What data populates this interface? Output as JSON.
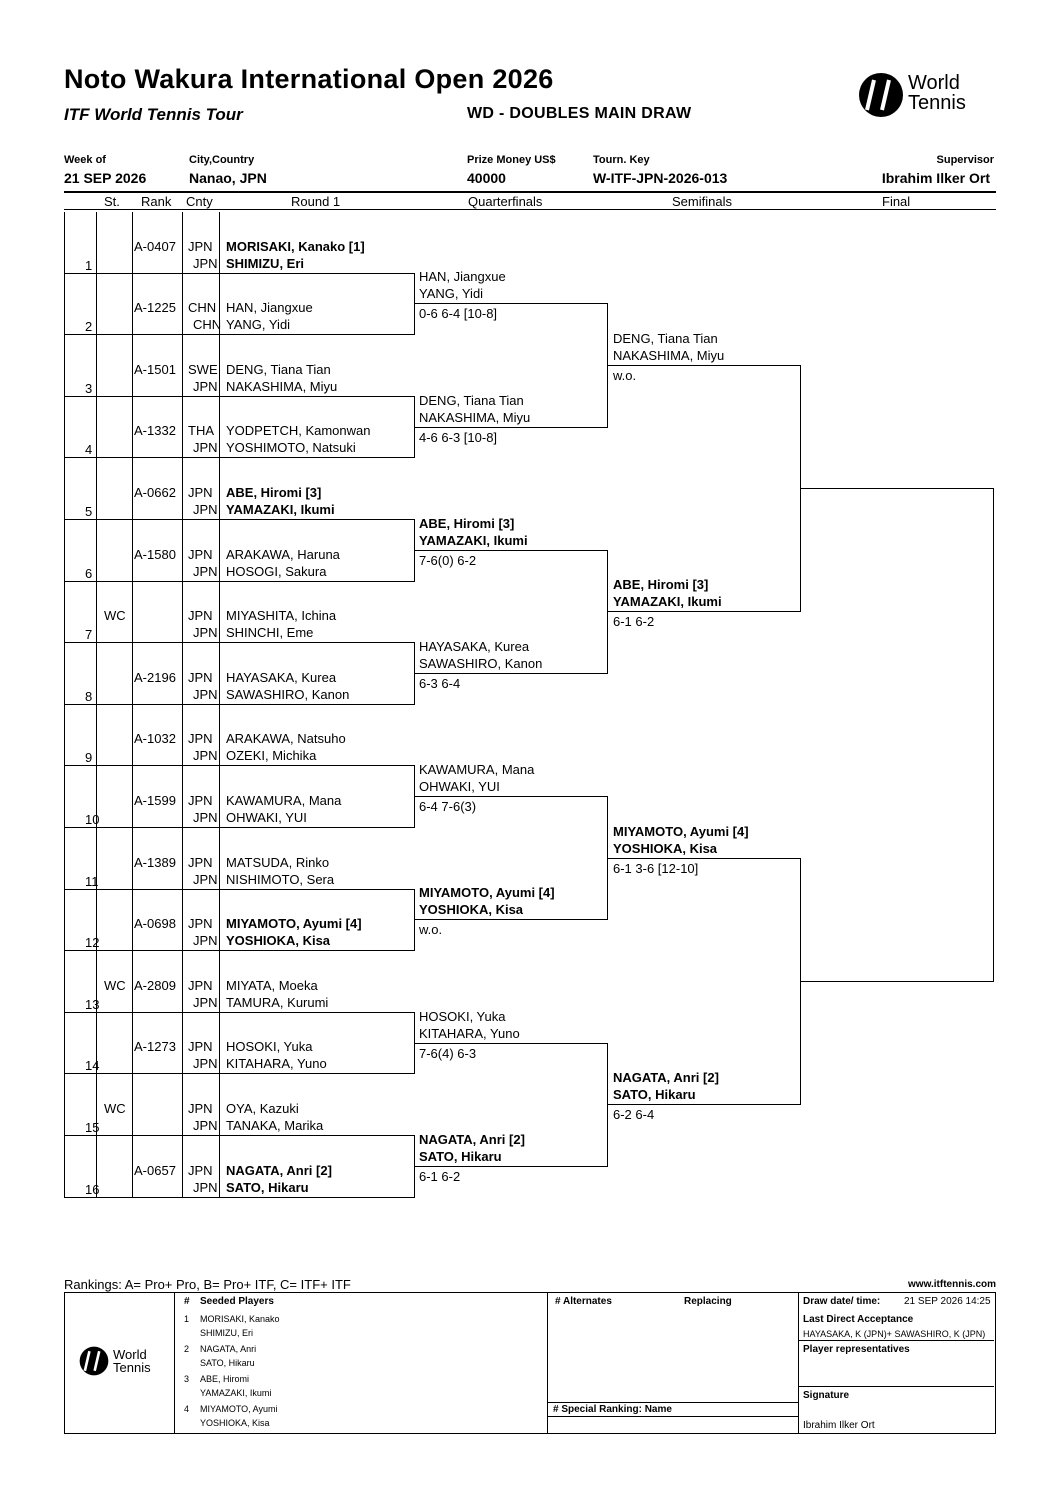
{
  "header": {
    "title": "Noto Wakura International Open 2026",
    "subtitle": "ITF World Tennis Tour",
    "draw_type": "WD - DOUBLES MAIN DRAW",
    "logo_text_line1": "World",
    "logo_text_line2": "Tennis",
    "week_label": "Week of",
    "week_value": "21 SEP 2026",
    "city_label": "City,Country",
    "city_value": "Nanao, JPN",
    "prize_label": "Prize Money US$",
    "prize_value": "40000",
    "tourn_label": "Tourn. Key",
    "tourn_value": "W-ITF-JPN-2026-013",
    "supervisor_label": "Supervisor",
    "supervisor_value": "Ibrahim Ilker Ort"
  },
  "columns": {
    "st": "St.",
    "rank": "Rank",
    "cnty": "Cnty",
    "round1": "Round 1",
    "qf": "Quarterfinals",
    "sf": "Semifinals",
    "final": "Final"
  },
  "entries": [
    {
      "num": "1",
      "st": "",
      "rank": "A-0407",
      "c1": "JPN",
      "c2": "JPN",
      "p1": "MORISAKI, Kanako [1]",
      "p2": "SHIMIZU, Eri",
      "bold": true
    },
    {
      "num": "2",
      "st": "",
      "rank": "A-1225",
      "c1": "CHN",
      "c2": "CHN",
      "p1": "HAN, Jiangxue",
      "p2": "YANG, Yidi",
      "bold": false
    },
    {
      "num": "3",
      "st": "",
      "rank": "A-1501",
      "c1": "SWE",
      "c2": "JPN",
      "p1": "DENG, Tiana Tian",
      "p2": "NAKASHIMA, Miyu",
      "bold": false
    },
    {
      "num": "4",
      "st": "",
      "rank": "A-1332",
      "c1": "THA",
      "c2": "JPN",
      "p1": "YODPETCH, Kamonwan",
      "p2": "YOSHIMOTO, Natsuki",
      "bold": false
    },
    {
      "num": "5",
      "st": "",
      "rank": "A-0662",
      "c1": "JPN",
      "c2": "JPN",
      "p1": "ABE, Hiromi [3]",
      "p2": "YAMAZAKI, Ikumi",
      "bold": true
    },
    {
      "num": "6",
      "st": "",
      "rank": "A-1580",
      "c1": "JPN",
      "c2": "JPN",
      "p1": "ARAKAWA, Haruna",
      "p2": "HOSOGI, Sakura",
      "bold": false
    },
    {
      "num": "7",
      "st": "WC",
      "rank": "",
      "c1": "JPN",
      "c2": "JPN",
      "p1": "MIYASHITA, Ichina",
      "p2": "SHINCHI, Eme",
      "bold": false
    },
    {
      "num": "8",
      "st": "",
      "rank": "A-2196",
      "c1": "JPN",
      "c2": "JPN",
      "p1": "HAYASAKA, Kurea",
      "p2": "SAWASHIRO, Kanon",
      "bold": false
    },
    {
      "num": "9",
      "st": "",
      "rank": "A-1032",
      "c1": "JPN",
      "c2": "JPN",
      "p1": "ARAKAWA, Natsuho",
      "p2": "OZEKI, Michika",
      "bold": false
    },
    {
      "num": "10",
      "st": "",
      "rank": "A-1599",
      "c1": "JPN",
      "c2": "JPN",
      "p1": "KAWAMURA, Mana",
      "p2": "OHWAKI, YUI",
      "bold": false
    },
    {
      "num": "11",
      "st": "",
      "rank": "A-1389",
      "c1": "JPN",
      "c2": "JPN",
      "p1": "MATSUDA, Rinko",
      "p2": "NISHIMOTO, Sera",
      "bold": false
    },
    {
      "num": "12",
      "st": "",
      "rank": "A-0698",
      "c1": "JPN",
      "c2": "JPN",
      "p1": "MIYAMOTO, Ayumi [4]",
      "p2": "YOSHIOKA, Kisa",
      "bold": true
    },
    {
      "num": "13",
      "st": "WC",
      "rank": "A-2809",
      "c1": "JPN",
      "c2": "JPN",
      "p1": "MIYATA, Moeka",
      "p2": "TAMURA, Kurumi",
      "bold": false
    },
    {
      "num": "14",
      "st": "",
      "rank": "A-1273",
      "c1": "JPN",
      "c2": "JPN",
      "p1": "HOSOKI, Yuka",
      "p2": "KITAHARA, Yuno",
      "bold": false
    },
    {
      "num": "15",
      "st": "WC",
      "rank": "",
      "c1": "JPN",
      "c2": "JPN",
      "p1": "OYA, Kazuki",
      "p2": "TANAKA, Marika",
      "bold": false
    },
    {
      "num": "16",
      "st": "",
      "rank": "A-0657",
      "c1": "JPN",
      "c2": "JPN",
      "p1": "NAGATA, Anri [2]",
      "p2": "SATO, Hikaru",
      "bold": true
    }
  ],
  "qf": [
    {
      "p1": "HAN, Jiangxue",
      "p2": "YANG, Yidi",
      "score": "0-6 6-4 [10-8]",
      "bold": false
    },
    {
      "p1": "DENG, Tiana Tian",
      "p2": "NAKASHIMA, Miyu",
      "score": "4-6 6-3 [10-8]",
      "bold": false
    },
    {
      "p1": "ABE, Hiromi [3]",
      "p2": "YAMAZAKI, Ikumi",
      "score": "7-6(0) 6-2",
      "bold": true
    },
    {
      "p1": "HAYASAKA, Kurea",
      "p2": "SAWASHIRO, Kanon",
      "score": "6-3 6-4",
      "bold": false
    },
    {
      "p1": "KAWAMURA, Mana",
      "p2": "OHWAKI, YUI",
      "score": "6-4 7-6(3)",
      "bold": false
    },
    {
      "p1": "MIYAMOTO, Ayumi [4]",
      "p2": "YOSHIOKA, Kisa",
      "score": "w.o.",
      "bold": true
    },
    {
      "p1": "HOSOKI, Yuka",
      "p2": "KITAHARA, Yuno",
      "score": "7-6(4) 6-3",
      "bold": false
    },
    {
      "p1": "NAGATA, Anri [2]",
      "p2": "SATO, Hikaru",
      "score": "6-1 6-2",
      "bold": true
    }
  ],
  "sf": [
    {
      "p1": "DENG, Tiana Tian",
      "p2": "NAKASHIMA, Miyu",
      "score": "w.o.",
      "bold": false
    },
    {
      "p1": "ABE, Hiromi [3]",
      "p2": "YAMAZAKI, Ikumi",
      "score": "6-1 6-2",
      "bold": true
    },
    {
      "p1": "MIYAMOTO, Ayumi [4]",
      "p2": "YOSHIOKA, Kisa",
      "score": "6-1 3-6 [12-10]",
      "bold": true
    },
    {
      "p1": "NAGATA, Anri [2]",
      "p2": "SATO, Hikaru",
      "score": "6-2 6-4",
      "bold": true
    }
  ],
  "footer": {
    "rankings_legend": "Rankings: A= Pro+ Pro, B= Pro+ ITF, C= ITF+ ITF",
    "website": "www.itftennis.com",
    "seeded_header_hash": "#",
    "seeded_header": "Seeded Players",
    "seeds": [
      {
        "n": "1",
        "a": "MORISAKI, Kanako",
        "b": "SHIMIZU, Eri"
      },
      {
        "n": "2",
        "a": "NAGATA, Anri",
        "b": "SATO, Hikaru"
      },
      {
        "n": "3",
        "a": "ABE, Hiromi",
        "b": "YAMAZAKI, Ikumi"
      },
      {
        "n": "4",
        "a": "MIYAMOTO, Ayumi",
        "b": "YOSHIOKA, Kisa"
      }
    ],
    "alternates_header": "# Alternates",
    "replacing_header": "Replacing",
    "special_ranking_header": "# Special Ranking: Name",
    "draw_date_label": "Draw date/ time:",
    "draw_date_value": "21 SEP 2026 14:25",
    "last_direct_label": "Last Direct Acceptance",
    "last_direct_value": "HAYASAKA, K (JPN)+ SAWASHIRO, K (JPN)",
    "player_reps_label": "Player representatives",
    "signature_label": "Signature",
    "signature_value": "Ibrahim Ilker Ort"
  }
}
